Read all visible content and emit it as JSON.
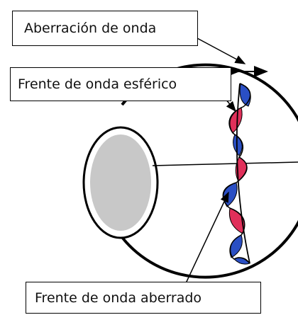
{
  "labels": {
    "wave_aberration": "Aberración de onda",
    "spherical_wavefront": "Frente de onda esférico",
    "aberrated_wavefront": "Frente de onda aberrado"
  },
  "colors": {
    "outline": "#000000",
    "lens_fill": "#c8c8c8",
    "wave_blue": "#2a4fc4",
    "wave_red": "#e0305a"
  }
}
